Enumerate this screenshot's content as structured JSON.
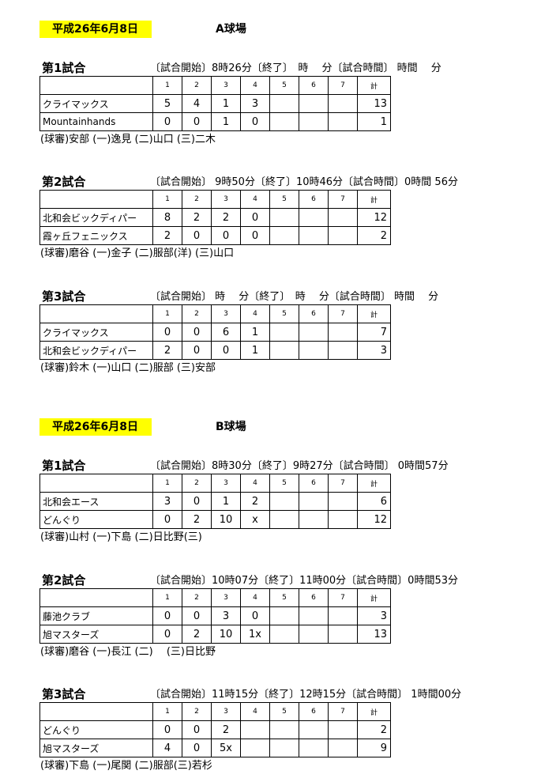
{
  "sections": [
    {
      "date": "平成26年6月8日",
      "field": "A球場",
      "games": [
        {
          "title": "第1試合",
          "info": "〔試合開始〕8時26分〔終了〕　時　 分〔試合時間〕 時間　 分",
          "header": [
            "",
            "1",
            "2",
            "3",
            "4",
            "5",
            "6",
            "7",
            "計"
          ],
          "rows": [
            {
              "team": "クライマックス",
              "innings": [
                "5",
                "4",
                "1",
                "3",
                "",
                "",
                ""
              ],
              "total": "13"
            },
            {
              "team": "Mountainhands",
              "innings": [
                "0",
                "0",
                "1",
                "0",
                "",
                "",
                ""
              ],
              "total": "1"
            }
          ],
          "umpires": "(球審)安部 (一)逸見 (二)山口 (三)二木"
        },
        {
          "title": "第2試合",
          "info": "〔試合開始〕 9時50分〔終了〕10時46分〔試合時間〕0時間 56分",
          "header": [
            "",
            "1",
            "2",
            "3",
            "4",
            "5",
            "6",
            "7",
            "計"
          ],
          "rows": [
            {
              "team": "北和会ビックディパー",
              "innings": [
                "8",
                "2",
                "2",
                "0",
                "",
                "",
                ""
              ],
              "total": "12"
            },
            {
              "team": "霞ヶ丘フェニックス",
              "innings": [
                "2",
                "0",
                "0",
                "0",
                "",
                "",
                ""
              ],
              "total": "2"
            }
          ],
          "umpires": "(球審)磨谷 (一)金子 (二)服部(洋) (三)山口"
        },
        {
          "title": "第3試合",
          "info": "〔試合開始〕 時　 分〔終了〕　時　 分〔試合時間〕 時間　 分",
          "header": [
            "",
            "1",
            "2",
            "3",
            "4",
            "5",
            "6",
            "7",
            "計"
          ],
          "rows": [
            {
              "team": "クライマックス",
              "innings": [
                "0",
                "0",
                "6",
                "1",
                "",
                "",
                ""
              ],
              "total": "7"
            },
            {
              "team": "北和会ビックディパー",
              "innings": [
                "2",
                "0",
                "0",
                "1",
                "",
                "",
                ""
              ],
              "total": "3"
            }
          ],
          "umpires": "(球審)鈴木 (一)山口 (二)服部 (三)安部"
        }
      ]
    },
    {
      "date": "平成26年6月8日",
      "field": "B球場",
      "games": [
        {
          "title": "第1試合",
          "info": "〔試合開始〕8時30分〔終了〕9時27分〔試合時間〕 0時間57分",
          "header": [
            "",
            "1",
            "2",
            "3",
            "4",
            "5",
            "6",
            "7",
            "計"
          ],
          "rows": [
            {
              "team": "北和会エース",
              "innings": [
                "3",
                "0",
                "1",
                "2",
                "",
                "",
                ""
              ],
              "total": "6"
            },
            {
              "team": "どんぐり",
              "innings": [
                "0",
                "2",
                "10",
                "x",
                "",
                "",
                ""
              ],
              "total": "12"
            }
          ],
          "umpires": "(球審)山村 (一)下島 (二)日比野(三)"
        },
        {
          "title": "第2試合",
          "info": "〔試合開始〕10時07分〔終了〕11時00分〔試合時間〕0時間53分",
          "header": [
            "",
            "1",
            "2",
            "3",
            "4",
            "5",
            "6",
            "7",
            "計"
          ],
          "rows": [
            {
              "team": "藤池クラブ",
              "innings": [
                "0",
                "0",
                "3",
                "0",
                "",
                "",
                ""
              ],
              "total": "3"
            },
            {
              "team": "旭マスターズ",
              "innings": [
                "0",
                "2",
                "10",
                "1x",
                "",
                "",
                ""
              ],
              "total": "13"
            }
          ],
          "umpires": "(球審)磨谷 (一)長江 (二)　 (三)日比野"
        },
        {
          "title": "第3試合",
          "info": "〔試合開始〕11時15分〔終了〕12時15分〔試合時間〕 1時間00分",
          "header": [
            "",
            "1",
            "2",
            "3",
            "4",
            "5",
            "6",
            "7",
            "計"
          ],
          "rows": [
            {
              "team": "どんぐり",
              "innings": [
                "0",
                "0",
                "2",
                "",
                "",
                "",
                ""
              ],
              "total": "2"
            },
            {
              "team": "旭マスターズ",
              "innings": [
                "4",
                "0",
                "5x",
                "",
                "",
                "",
                ""
              ],
              "total": "9"
            }
          ],
          "umpires": "(球審)下島 (一)尾関 (二)服部(三)若杉"
        }
      ]
    }
  ]
}
